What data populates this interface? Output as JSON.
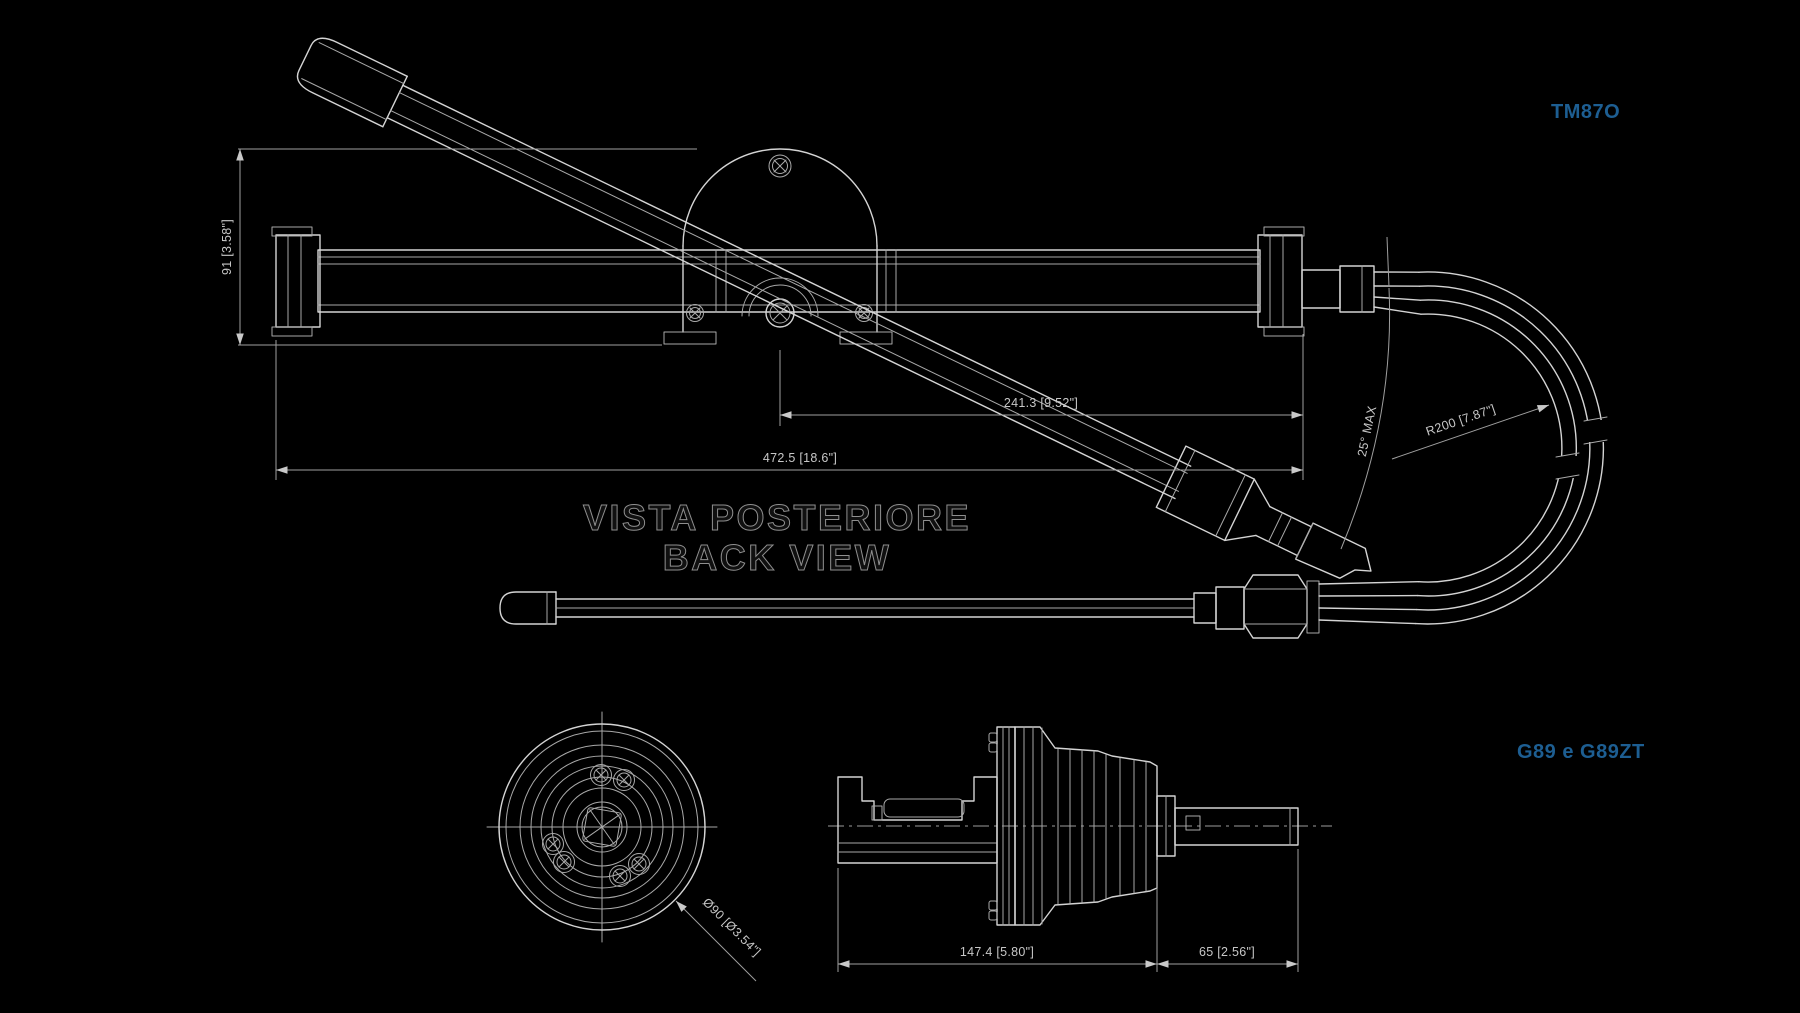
{
  "page": {
    "background": "#000000",
    "line_color": "#d4d4d4",
    "accent_blue": "#1d5e92",
    "dim_text_color": "#c7c7c7"
  },
  "labels": {
    "model_top": "TM87O",
    "model_bottom": "G89 e G89ZT",
    "view_title_line1": "VISTA POSTERIORE",
    "view_title_line2": "BACK VIEW"
  },
  "dimensions": {
    "overall_length": "472.5 [18.6\"]",
    "stroke_length": "241.3 [9.52\"]",
    "bracket_height": "91 [3.58\"]",
    "tiller_angle": "25° MAX",
    "hose_bend_radius": "R200 [7.87\"]",
    "helm_diameter": "Ø90 [Ø3.54\"]",
    "helm_body_length": "147.4 [5.80\"]",
    "helm_shaft_length": "65 [2.56\"]"
  }
}
